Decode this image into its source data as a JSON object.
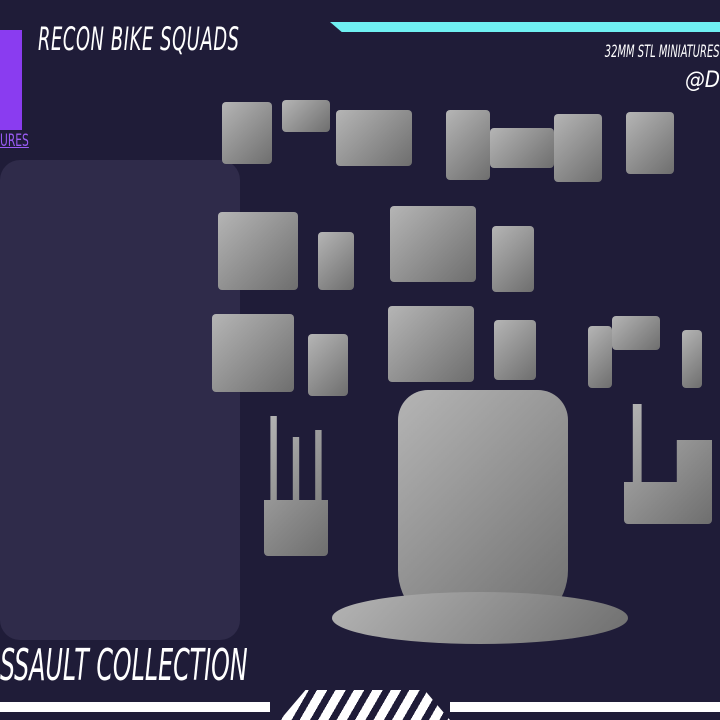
{
  "header": {
    "title": "RECON BIKE SQUADS",
    "subtitle": "32MM STL MINIATURES",
    "handle": "@D"
  },
  "logo": {
    "text": "URES",
    "color": "#8a3cf0"
  },
  "footer": {
    "collection": "SSAULT COLLECTION"
  },
  "colors": {
    "background": "#1f1c38",
    "accent": "#6ff0f2",
    "logo": "#8a3cf0"
  }
}
